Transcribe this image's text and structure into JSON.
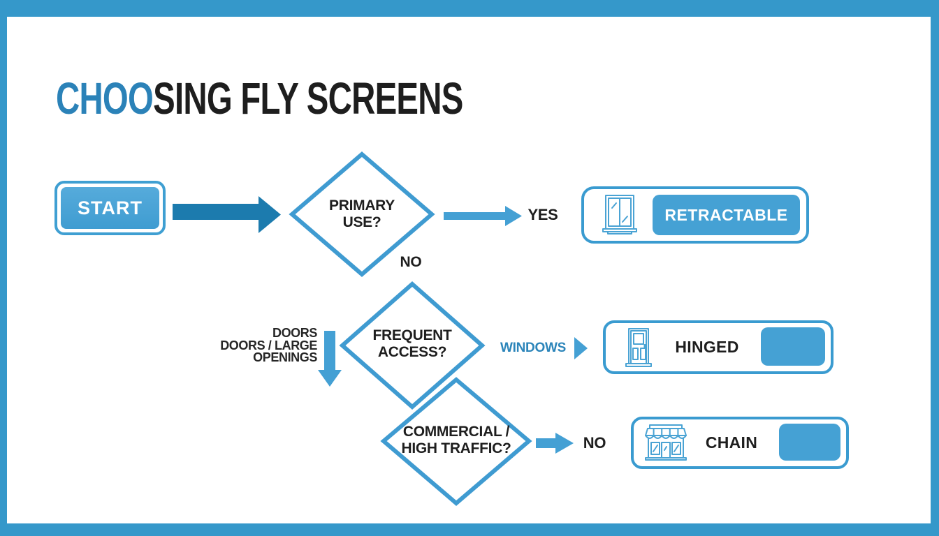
{
  "title": {
    "highlight": "CHOO",
    "rest": "SING FLY SCREENS"
  },
  "colors": {
    "frame_blue": "#3598ca",
    "accent_blue": "#3f9fd4",
    "dark_arrow_blue": "#1c7bae",
    "fill_blue": "#45a1d4",
    "title_highlight_blue": "#2b82b8",
    "text_dark": "#1e1e1e",
    "windows_label_blue": "#2c85ba"
  },
  "start": {
    "label": "START"
  },
  "decisions": {
    "primary_use": {
      "line1": "PRIMARY",
      "line2": "USE?"
    },
    "frequent_access": {
      "line1": "FREQUENT",
      "line2": "ACCESS?"
    },
    "commercial": {
      "line1": "COMMERCIAL /",
      "line2": "HIGH TRAFFIC?"
    }
  },
  "branch_labels": {
    "yes": "YES",
    "no_primary": "NO",
    "windows": "WINDOWS",
    "no_commercial": "NO"
  },
  "doors_label": {
    "line1": "DOORS",
    "line2": "DOORS / LARGE",
    "line3": "OPENINGS"
  },
  "results": {
    "retractable": {
      "label": "RETRACTABLE",
      "icon": "window-icon"
    },
    "hinged": {
      "label": "HINGED",
      "icon": "door-icon"
    },
    "chain": {
      "label": "CHAIN",
      "icon": "storefront-icon"
    }
  }
}
